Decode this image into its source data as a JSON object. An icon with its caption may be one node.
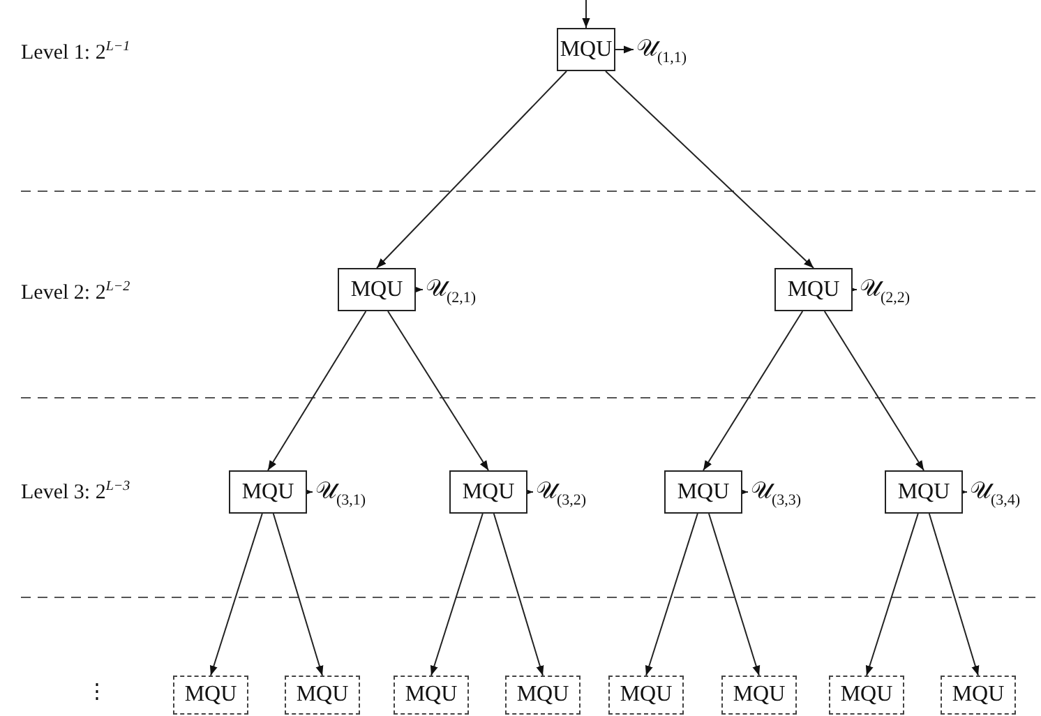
{
  "diagram": {
    "nodes": [
      {
        "text": [
          "MQU"
        ]
      },
      {
        "text": [
          "𝒰$_{(1,1)}$"
        ]
      },
      {
        "text": [
          "MQU"
        ]
      },
      {
        "text": [
          "𝒰$_{(2,1)}$"
        ]
      },
      {
        "text": [
          "MQU"
        ]
      },
      {
        "text": [
          "𝒰$_{(2,2)}$"
        ]
      },
      {
        "text": [
          "MQU"
        ]
      },
      {
        "text": [
          "𝒰$_{(3,1)}$"
        ]
      },
      {
        "text": [
          "MQU"
        ]
      },
      {
        "text": [
          "𝒰$_{(3,2)}$"
        ]
      },
      {
        "text": [
          "MQU"
        ]
      },
      {
        "text": [
          "𝒰$_{(3,3)}$"
        ]
      },
      {
        "text": [
          "MQU"
        ]
      },
      {
        "text": [
          "𝒰$_{(3,4)}$"
        ]
      },
      {
        "text": [
          "MQU"
        ]
      },
      {
        "text": [
          "MQU"
        ]
      },
      {
        "text": [
          "MQU"
        ]
      },
      {
        "text": [
          "MQU"
        ]
      },
      {
        "text": [
          "MQU"
        ]
      },
      {
        "text": [
          "MQU"
        ]
      },
      {
        "text": [
          "MQU"
        ]
      },
      {
        "text": [
          "MQU"
        ]
      }
    ],
    "edges": [
      {
        "from": null,
        "to": 0,
        "arrow": "to"
      },
      {
        "from": 0,
        "to": 1,
        "arrow": "to"
      },
      {
        "from": 0,
        "to": 2,
        "arrow": "to"
      },
      {
        "from": 0,
        "to": 4,
        "arrow": "to"
      },
      {
        "from": 2,
        "to": 3,
        "arrow": "to"
      },
      {
        "from": 2,
        "to": 6,
        "arrow": "to"
      },
      {
        "from": 2,
        "to": 8,
        "arrow": "to"
      },
      {
        "from": 4,
        "to": 5,
        "arrow": "to"
      },
      {
        "from": 4,
        "to": 10,
        "arrow": "to"
      },
      {
        "from": 4,
        "to": 12,
        "arrow": "to"
      },
      {
        "from": 6,
        "to": 7,
        "arrow": "to"
      },
      {
        "from": 6,
        "to": 14,
        "arrow": "to"
      },
      {
        "from": 6,
        "to": 15,
        "arrow": "to"
      },
      {
        "from": 8,
        "to": 9,
        "arrow": "to"
      },
      {
        "from": 8,
        "to": 16,
        "arrow": "to"
      },
      {
        "from": 8,
        "to": 17,
        "arrow": "to"
      },
      {
        "from": 10,
        "to": 11,
        "arrow": "to"
      },
      {
        "from": 10,
        "to": 18,
        "arrow": "to"
      },
      {
        "from": 10,
        "to": 19,
        "arrow": "to"
      },
      {
        "from": 12,
        "to": 13,
        "arrow": "to"
      },
      {
        "from": 12,
        "to": 20,
        "arrow": "to"
      },
      {
        "from": 12,
        "to": 21,
        "arrow": "to"
      }
    ],
    "labels": [
      "Level 1: 2$^{L−1}$",
      "Level 2: 2$^{L−2}$",
      "Level 3: 2$^{L−3}$",
      "⋮"
    ]
  }
}
